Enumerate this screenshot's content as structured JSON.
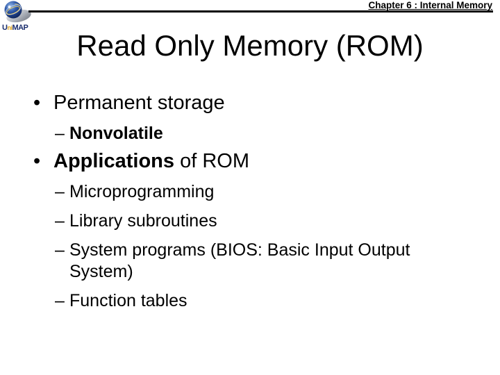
{
  "header": {
    "chapter_label": "Chapter 6 : Internal Memory",
    "logo": {
      "wordmark_u": "U",
      "wordmark_ni": "ni",
      "wordmark_map": "MAP"
    }
  },
  "slide": {
    "title": "Read Only Memory (ROM)"
  },
  "content": {
    "items": [
      {
        "level": 1,
        "marker": "•",
        "text_bold": "",
        "text": "Permanent storage"
      },
      {
        "level": 2,
        "marker": "–",
        "text_bold": "Nonvolatile",
        "text": ""
      },
      {
        "level": 1,
        "marker": "•",
        "text_bold": "Applications",
        "text": " of ROM"
      },
      {
        "level": 2,
        "marker": "–",
        "text_bold": "",
        "text": "Microprogramming"
      },
      {
        "level": 2,
        "marker": "–",
        "text_bold": "",
        "text": "Library subroutines"
      },
      {
        "level": 2,
        "marker": "–",
        "text_bold": "",
        "text": "System programs (BIOS: Basic Input Output System)"
      },
      {
        "level": 2,
        "marker": "–",
        "text_bold": "",
        "text": "Function tables"
      }
    ]
  },
  "colors": {
    "text": "#000000",
    "background": "#ffffff",
    "logo_navy": "#1b2e6e",
    "logo_gold": "#dfa31c",
    "globe_blue": "#2c56a8",
    "base_silver": "#aeb3bc"
  }
}
